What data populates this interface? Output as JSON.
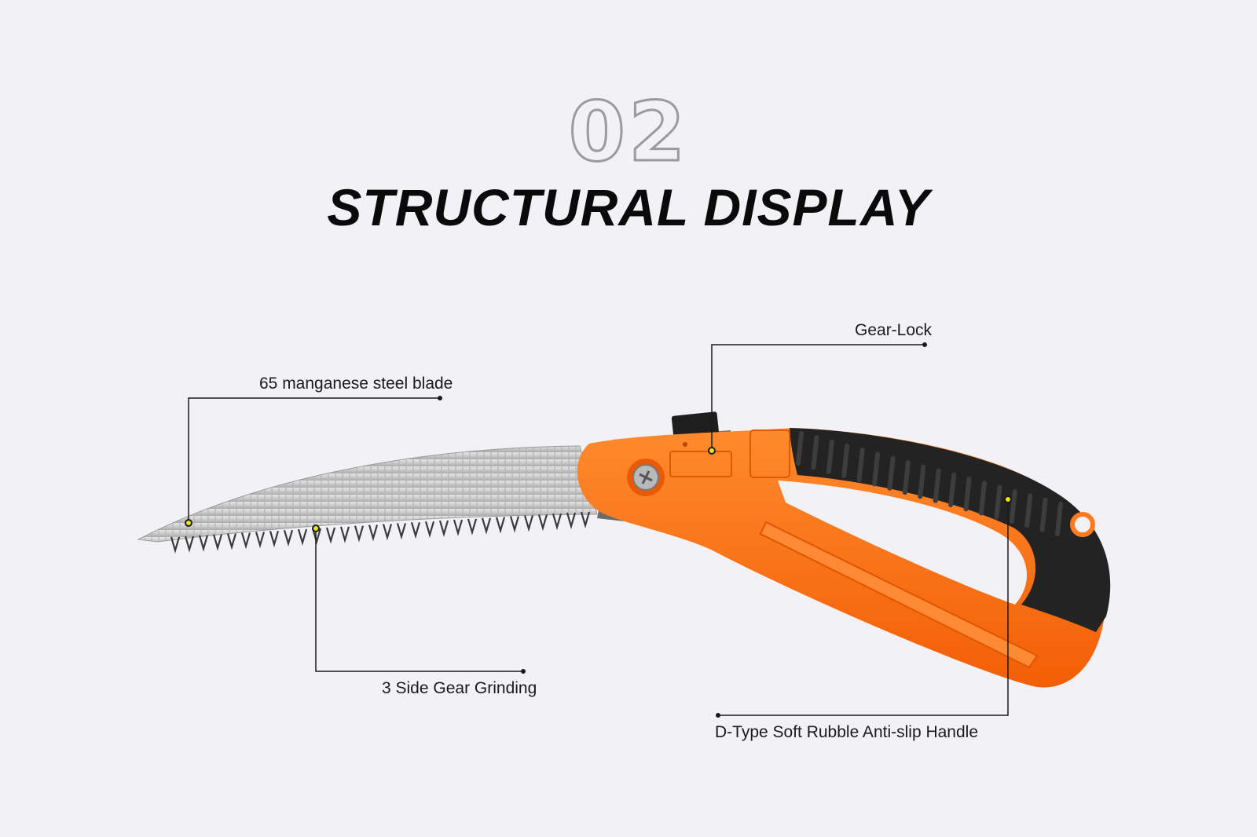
{
  "header": {
    "number": "02",
    "title": "STRUCTURAL DISPLAY"
  },
  "callouts": {
    "blade": "65 manganese steel blade",
    "gear_lock": "Gear-Lock",
    "teeth": "3 Side Gear Grinding",
    "handle": "D-Type Soft Rubble Anti-slip Handle"
  },
  "colors": {
    "background": "#f2f1f5",
    "handle_orange": "#ff6a12",
    "grip_black": "#232323",
    "blade_steel": "#c9c9c9",
    "marker_yellow": "#f2e300"
  }
}
